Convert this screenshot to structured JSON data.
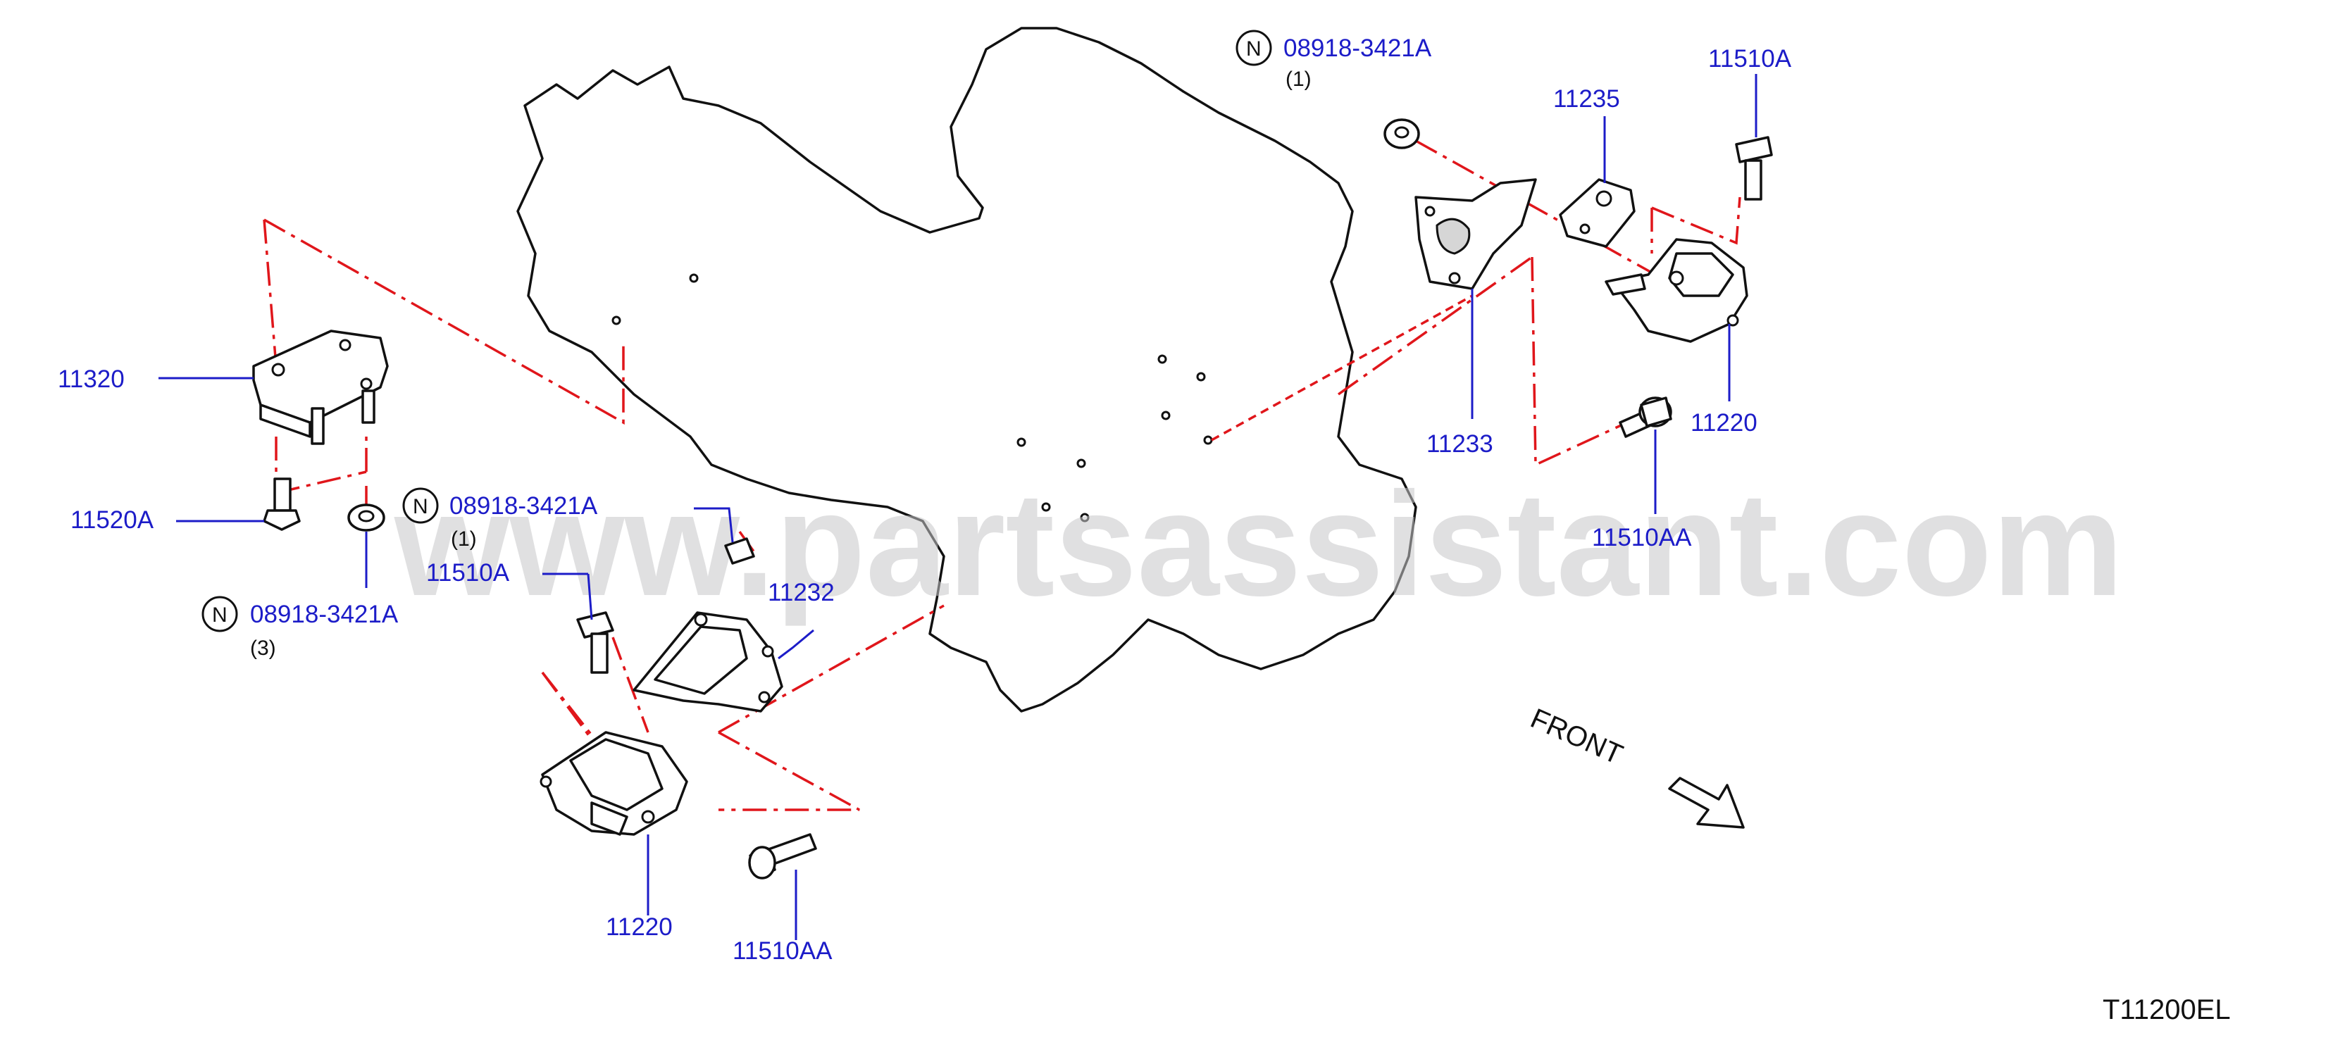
{
  "diagram_code": "T11200EL",
  "watermark": "www.partsassistant.com",
  "front_label": "FRONT",
  "notation_symbol": "N",
  "labels": {
    "p11320": "11320",
    "p11520A": "11520A",
    "p11510A_left": "11510A",
    "p11232": "11232",
    "p11220_left": "11220",
    "p11510AA_left": "11510AA",
    "p11235": "11235",
    "p11510A_right": "11510A",
    "p11233": "11233",
    "p11220_right": "11220",
    "p11510AA_right": "11510AA"
  },
  "nut_callouts": {
    "top": {
      "part": "08918-3421A",
      "qty": "(1)"
    },
    "mid": {
      "part": "08918-3421A",
      "qty": "(1)"
    },
    "left": {
      "part": "08918-3421A",
      "qty": "(3)"
    }
  },
  "colors": {
    "label_blue": "#1c1cc8",
    "line_red": "#e0161b",
    "outline_black": "#111111",
    "watermark_gray": "#c7c7c9"
  }
}
